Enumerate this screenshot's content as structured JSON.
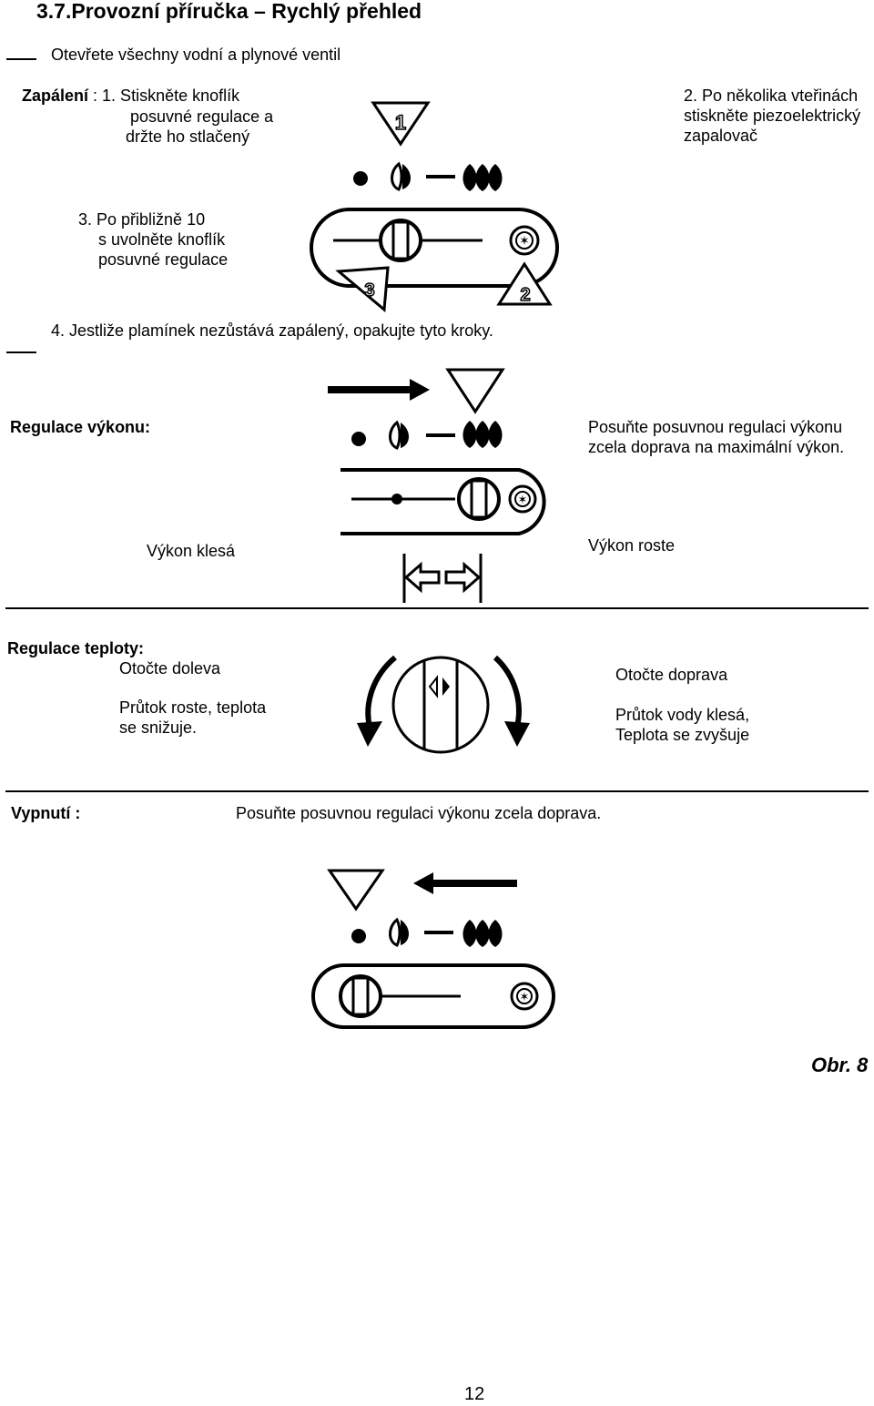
{
  "header": {
    "title": "3.7.Provozní příručka – Rychlý přehled"
  },
  "intro": {
    "text": "Otevřete všechny vodní a plynové ventil"
  },
  "ignition": {
    "label": "Zapálení",
    "label_sep": " : ",
    "step1_lines": [
      "1. Stiskněte knoflík",
      "posuvné regulace a",
      "držte ho stlačený"
    ],
    "step2_lines": [
      "2. Po několika vteřinách",
      "stiskněte piezoelektrický",
      "zapalovač"
    ],
    "step3_lines": [
      "3. Po přibližně 10",
      "s uvolněte knoflík",
      "posuvné regulace"
    ],
    "step4": "4. Jestliže plamínek nezůstává zapálený, opakujte tyto kroky.",
    "badge1": "1",
    "badge2": "2",
    "badge3": "3"
  },
  "power": {
    "label": "Regulace výkonu:",
    "instruction_lines": [
      "Posuňte posuvnou regulaci výkonu",
      "zcela doprava na maximální výkon."
    ],
    "decrease": "Výkon klesá",
    "increase": "Výkon roste"
  },
  "temperature": {
    "label": "Regulace teploty:",
    "left_title": "Otočte doleva",
    "left_desc_lines": [
      "Průtok roste, teplota",
      "se snižuje."
    ],
    "right_title": "Otočte doprava",
    "right_desc_lines": [
      "Průtok vody klesá,",
      "Teplota se zvyšuje"
    ]
  },
  "shutdown": {
    "label": "Vypnutí :",
    "instruction": "Posuňte posuvnou regulaci výkonu zcela doprava."
  },
  "footer": {
    "figure": "Obr. 8",
    "page": "12"
  },
  "icons": [
    "pilot-dot-icon",
    "small-flame-icon",
    "large-flame-icon",
    "arrow-right-icon",
    "arrow-left-icon",
    "triangle-icon",
    "piezo-igniter-icon",
    "slider-knob-icon",
    "rotary-knob-icon",
    "rotate-left-arrow-icon",
    "rotate-right-arrow-icon"
  ]
}
